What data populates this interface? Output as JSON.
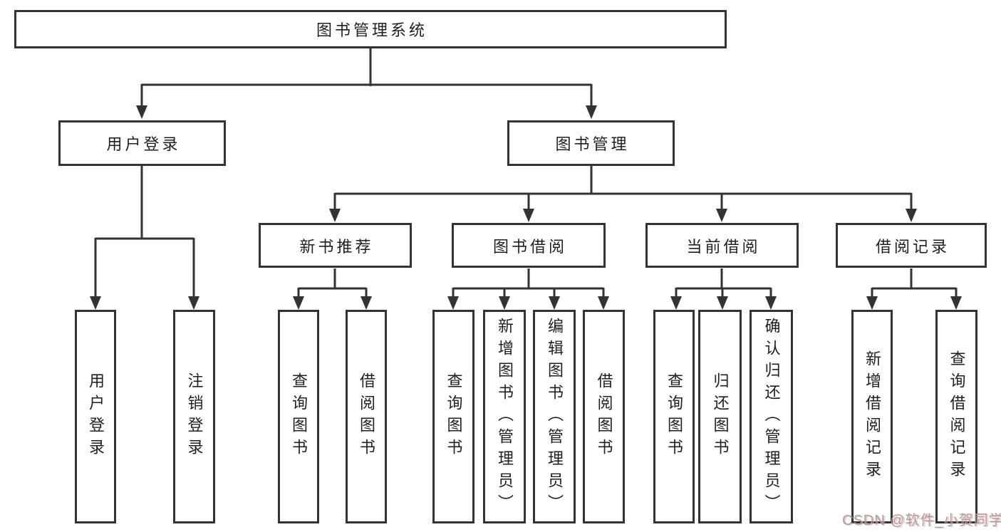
{
  "tree": {
    "label": "图书管理系统",
    "children": [
      {
        "label": "用户登录",
        "children": [
          {
            "label": "用户登录"
          },
          {
            "label": "注销登录"
          }
        ]
      },
      {
        "label": "图书管理",
        "children": [
          {
            "label": "新书推荐",
            "children": [
              {
                "label": "查询图书"
              },
              {
                "label": "借阅图书"
              }
            ]
          },
          {
            "label": "图书借阅",
            "children": [
              {
                "label": "查询图书"
              },
              {
                "label": "新增图书（管理员）"
              },
              {
                "label": "编辑图书（管理员）"
              },
              {
                "label": "借阅图书"
              }
            ]
          },
          {
            "label": "当前借阅",
            "children": [
              {
                "label": "查询图书"
              },
              {
                "label": "归还图书"
              },
              {
                "label": "确认归还（管理员）"
              }
            ]
          },
          {
            "label": "借阅记录",
            "children": [
              {
                "label": "新增借阅记录"
              },
              {
                "label": "查询借阅记录"
              }
            ]
          }
        ]
      }
    ]
  },
  "watermark": {
    "text": "CSDN @软件_小贺同学"
  },
  "colors": {
    "line": "#333333",
    "text": "#1f1f1f",
    "background": "#ffffff",
    "watermark_gray": "#9e9e9e",
    "watermark_pink": "#ff9696"
  }
}
